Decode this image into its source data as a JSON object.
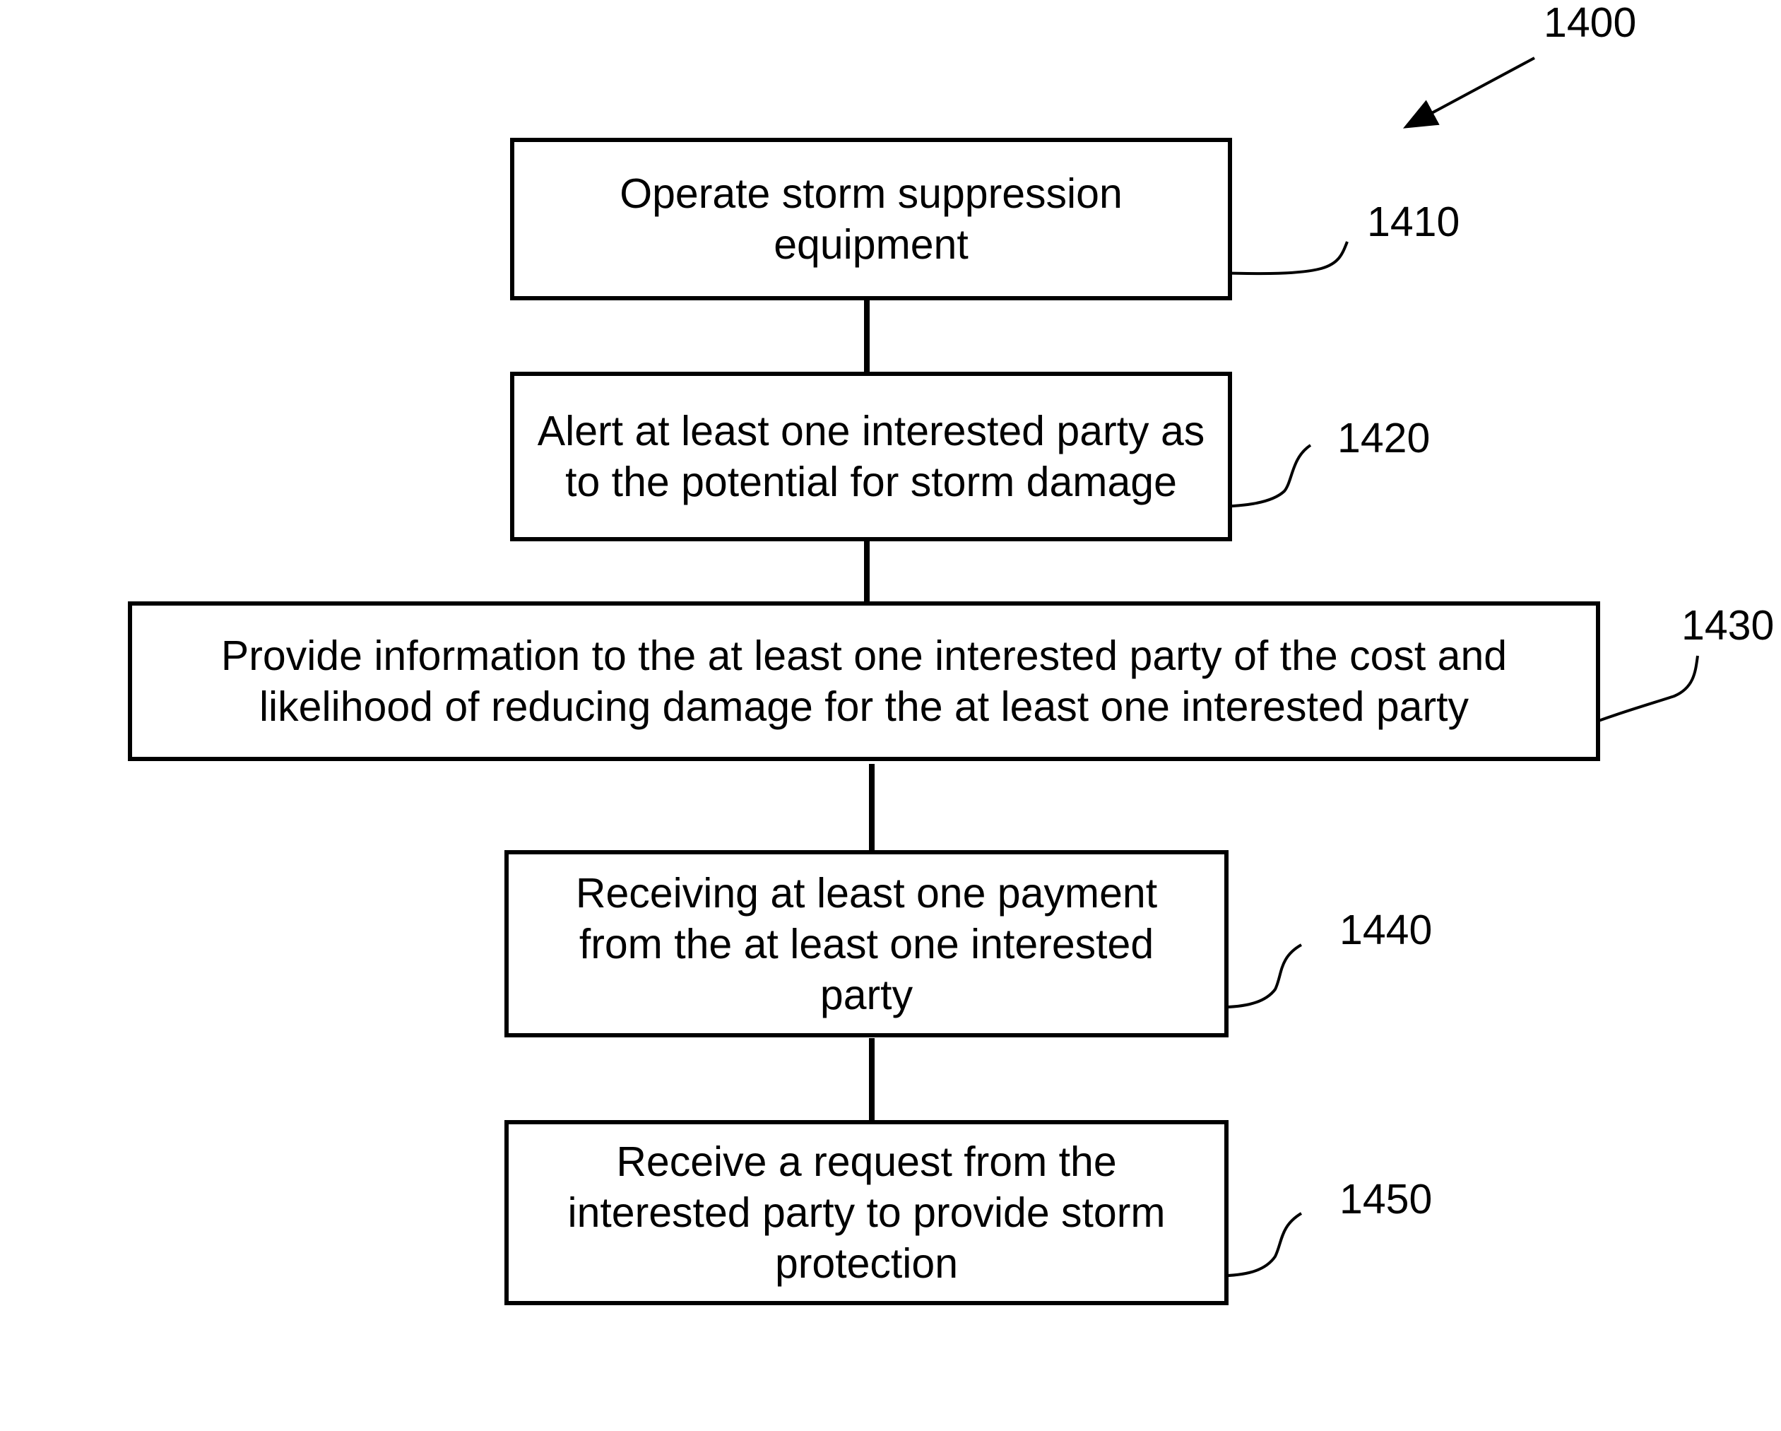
{
  "figure_ref": "1400",
  "steps": [
    {
      "id": "1410",
      "text": "Operate storm suppression equipment"
    },
    {
      "id": "1420",
      "text": "Alert at least one interested party as to the potential for storm damage"
    },
    {
      "id": "1430",
      "text": "Provide information to the at least one interested party of the cost and likelihood of reducing damage for the at least one interested party"
    },
    {
      "id": "1440",
      "text": "Receiving at least one payment from the at least one interested party"
    },
    {
      "id": "1450",
      "text": "Receive a request from the interested party to provide storm protection"
    }
  ]
}
